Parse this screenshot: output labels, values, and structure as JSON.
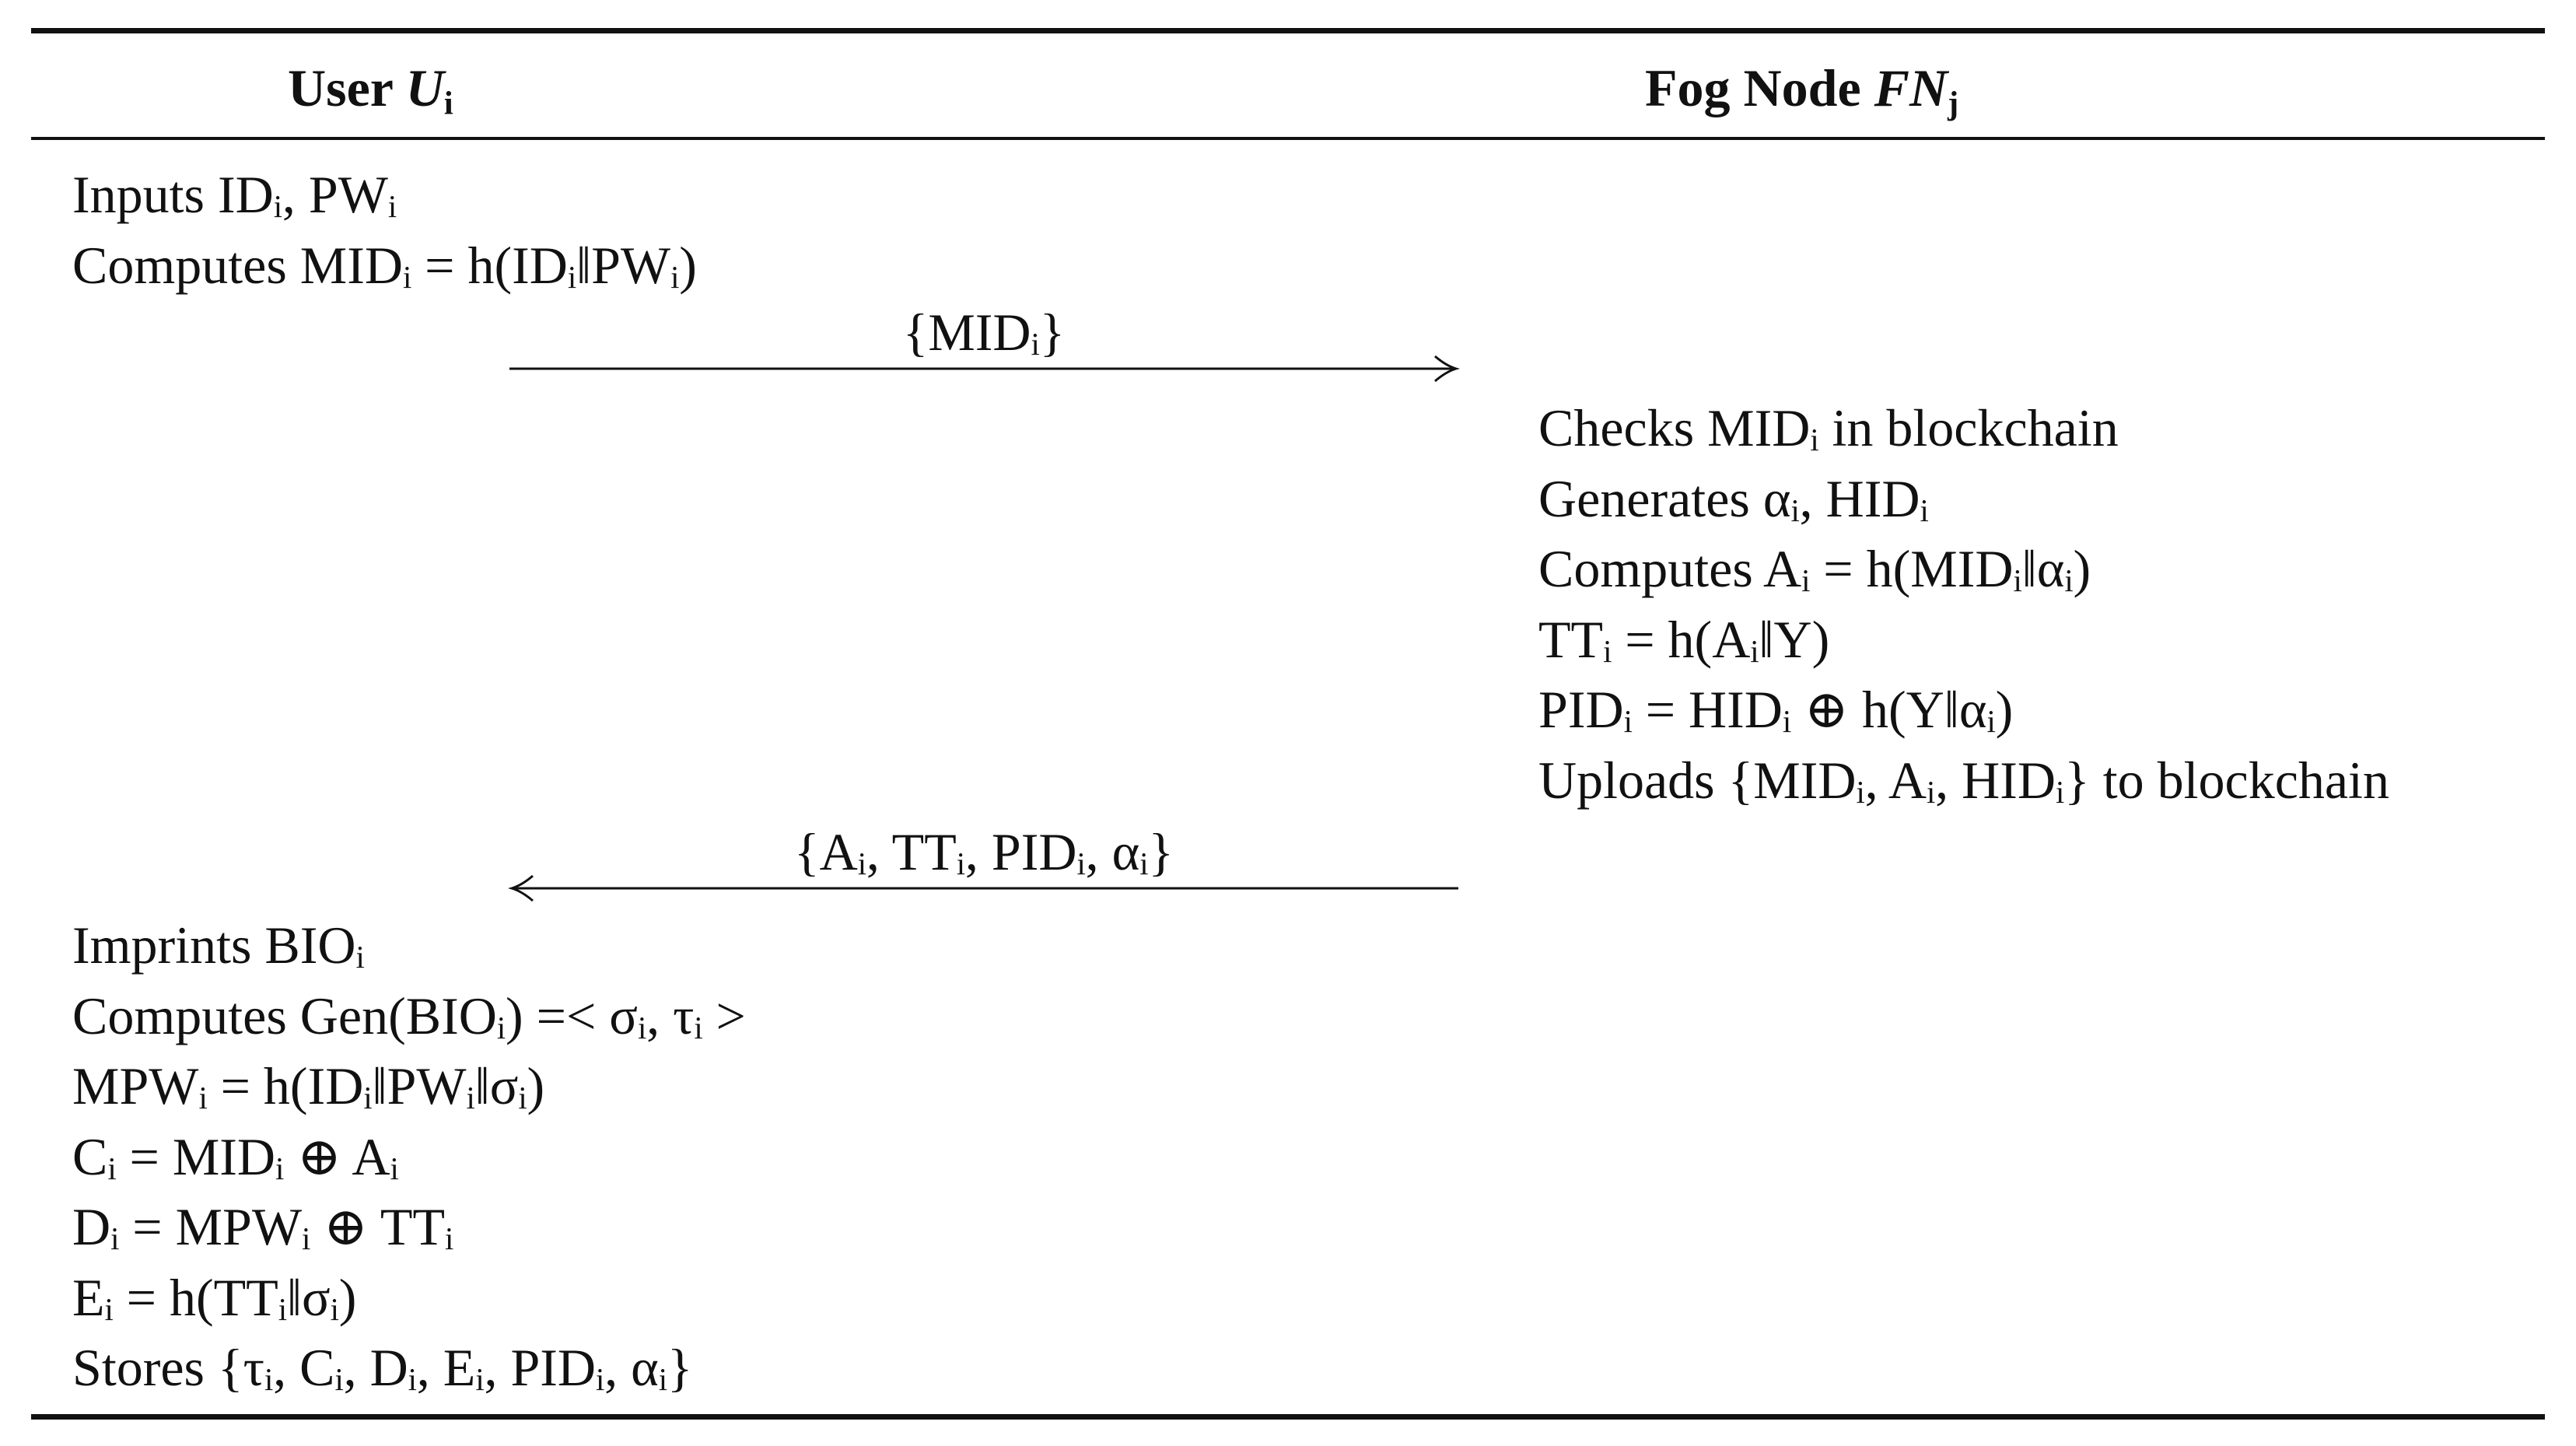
{
  "header": {
    "user_label": "User",
    "user_symbol": "U",
    "user_symbol_sub": "i",
    "fog_label": "Fog Node",
    "fog_symbol": "FN",
    "fog_symbol_sub": "j"
  },
  "user_steps_1": [
    "Inputs IDᵢ, PWᵢ",
    "Computes MIDᵢ = h(IDᵢ‖PWᵢ)"
  ],
  "message_1": {
    "label": "{MIDᵢ}",
    "direction": "user-to-fog"
  },
  "fog_steps": [
    "Checks MIDᵢ in blockchain",
    "Generates αᵢ, HIDᵢ",
    "Computes Aᵢ = h(MIDᵢ‖αᵢ)",
    "TTᵢ = h(Aᵢ‖Y)",
    "PIDᵢ = HIDᵢ ⊕ h(Y‖αᵢ)",
    "Uploads {MIDᵢ, Aᵢ, HIDᵢ} to blockchain"
  ],
  "message_2": {
    "label": "{Aᵢ, TTᵢ, PIDᵢ, αᵢ}",
    "direction": "fog-to-user"
  },
  "user_steps_2": [
    "Imprints BIOᵢ",
    "Computes Gen(BIOᵢ) =< σᵢ, τᵢ >",
    "MPWᵢ = h(IDᵢ‖PWᵢ‖σᵢ)",
    "Cᵢ = MIDᵢ ⊕ Aᵢ",
    "Dᵢ = MPWᵢ ⊕ TTᵢ",
    "Eᵢ = h(TTᵢ‖σᵢ)",
    "Stores {τᵢ, Cᵢ, Dᵢ, Eᵢ, PIDᵢ, αᵢ}"
  ]
}
